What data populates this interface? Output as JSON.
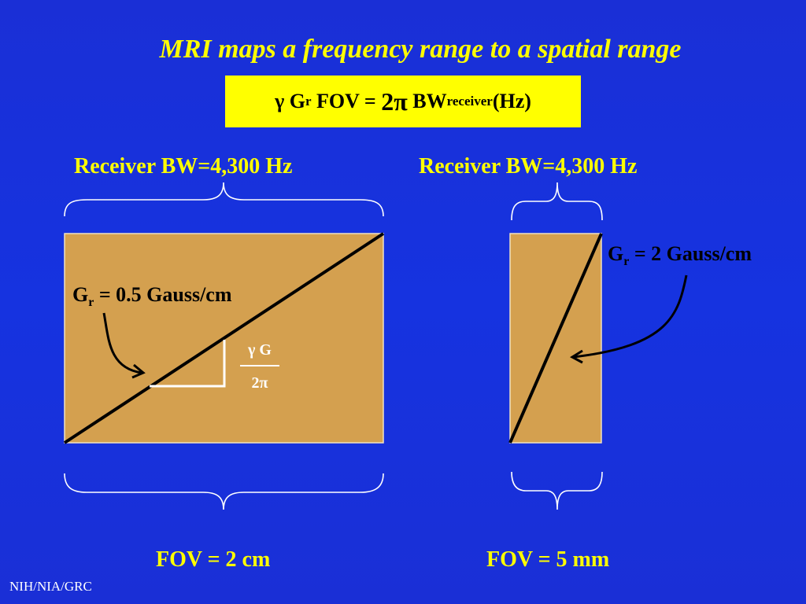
{
  "title": "MRI maps a frequency range to a spatial range",
  "formula": {
    "gamma": "γ",
    "g": "G",
    "g_sub": "r",
    "fov_eq": "FOV =",
    "two_pi": "2π",
    "bw": "BW",
    "bw_sub": "receiver",
    "hz": "(Hz)"
  },
  "left_panel": {
    "bw_label": "Receiver BW=4,300 Hz",
    "gradient_label": {
      "g": "G",
      "sub": "r",
      "rest": " = 0.5 Gauss/cm"
    },
    "slope": {
      "numerator": "γ G",
      "denominator": "2π"
    },
    "fov_label": "FOV = 2 cm"
  },
  "right_panel": {
    "bw_label": "Receiver BW=4,300 Hz",
    "gradient_label": {
      "g": "G",
      "sub": "r",
      "rest": " = 2 Gauss/cm"
    },
    "fov_label": "FOV = 5 mm"
  },
  "footer": "NIH/NIA/GRC",
  "colors": {
    "background": "#1a2fd6",
    "highlight": "#ffff00",
    "panel_fill": "#d4a04f"
  }
}
